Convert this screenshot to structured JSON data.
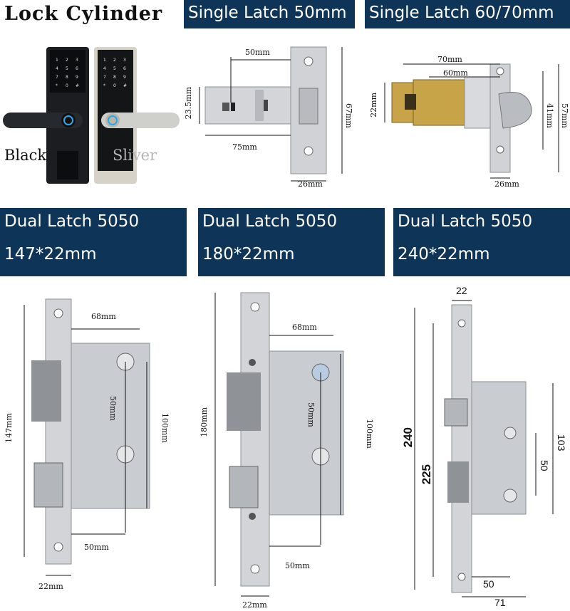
{
  "header": {
    "lock_cylinder_title": "Lock Cylinder",
    "single_latch_50": "Single Latch  50mm",
    "single_latch_6070": "Single Latch  60/70mm"
  },
  "handles": {
    "black_label": "Black",
    "silver_label": "Sliver"
  },
  "single_latch_50_dims": {
    "width_50": "50mm",
    "height_23_5": "23.5mm",
    "length_75": "75mm",
    "plate_67": "67mm",
    "plate_26": "26mm"
  },
  "single_latch_6070_dims": {
    "length_70": "70mm",
    "length_60": "60mm",
    "height_22": "22mm",
    "hole_41": "41mm",
    "plate_57": "57mm",
    "plate_26": "26mm"
  },
  "dual_banners": [
    {
      "line1": "Dual Latch   5050",
      "line2": "147*22mm"
    },
    {
      "line1": "Dual Latch   5050",
      "line2": "180*22mm"
    },
    {
      "line1": "Dual Latch   5050",
      "line2": "240*22mm"
    }
  ],
  "mortise_147": {
    "width_68": "68mm",
    "height_147": "147mm",
    "holes_50": "50mm",
    "body_100": "100mm",
    "backset_50": "50mm",
    "face_22": "22mm"
  },
  "mortise_180": {
    "width_68": "68mm",
    "height_180": "180mm",
    "holes_50": "50mm",
    "body_100": "100mm",
    "backset_50": "50mm",
    "face_22": "22mm"
  },
  "mortise_240": {
    "face_22": "22",
    "height_240": "240",
    "height_225": "225",
    "body_103": "103",
    "holes_50": "50",
    "backset_50": "50",
    "depth_71": "71"
  },
  "colors": {
    "banner_bg": "#0e3557",
    "banner_text": "#ffffff",
    "steel": "#c9ccd0",
    "steel_dark": "#9a9ea3"
  }
}
